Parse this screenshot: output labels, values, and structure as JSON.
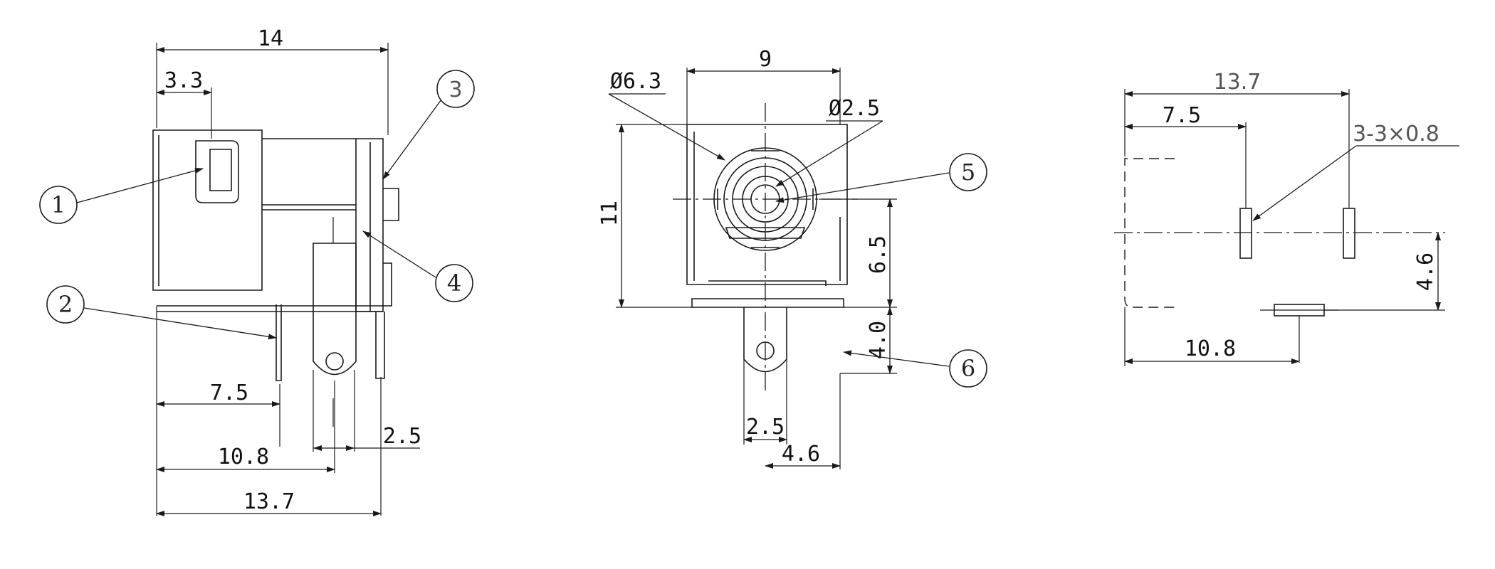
{
  "side_view": {
    "dims": {
      "overall_width": "14",
      "slot_offset": "3.3",
      "pin_pitch_1": "7.5",
      "pin_pitch_2": "10.8",
      "footprint_width": "13.7",
      "pin_width": "2.5"
    },
    "callouts": [
      "1",
      "2",
      "3",
      "4"
    ]
  },
  "front_view": {
    "dims": {
      "outer_diameter": "Ø6.3",
      "inner_diameter": "Ø2.5",
      "body_width": "9",
      "body_height": "11",
      "center_height": "6.5",
      "tab_height": "4.0",
      "tab_width": "2.5",
      "tab_offset": "4.6"
    },
    "callouts": [
      "5",
      "6"
    ]
  },
  "pcb_layout": {
    "dims": {
      "overall_length": "13.7",
      "pad_offset": "7.5",
      "pad_spec": "3-3×0.8",
      "bottom_pad_offset": "10.8",
      "pad_row_spacing": "4.6"
    }
  }
}
